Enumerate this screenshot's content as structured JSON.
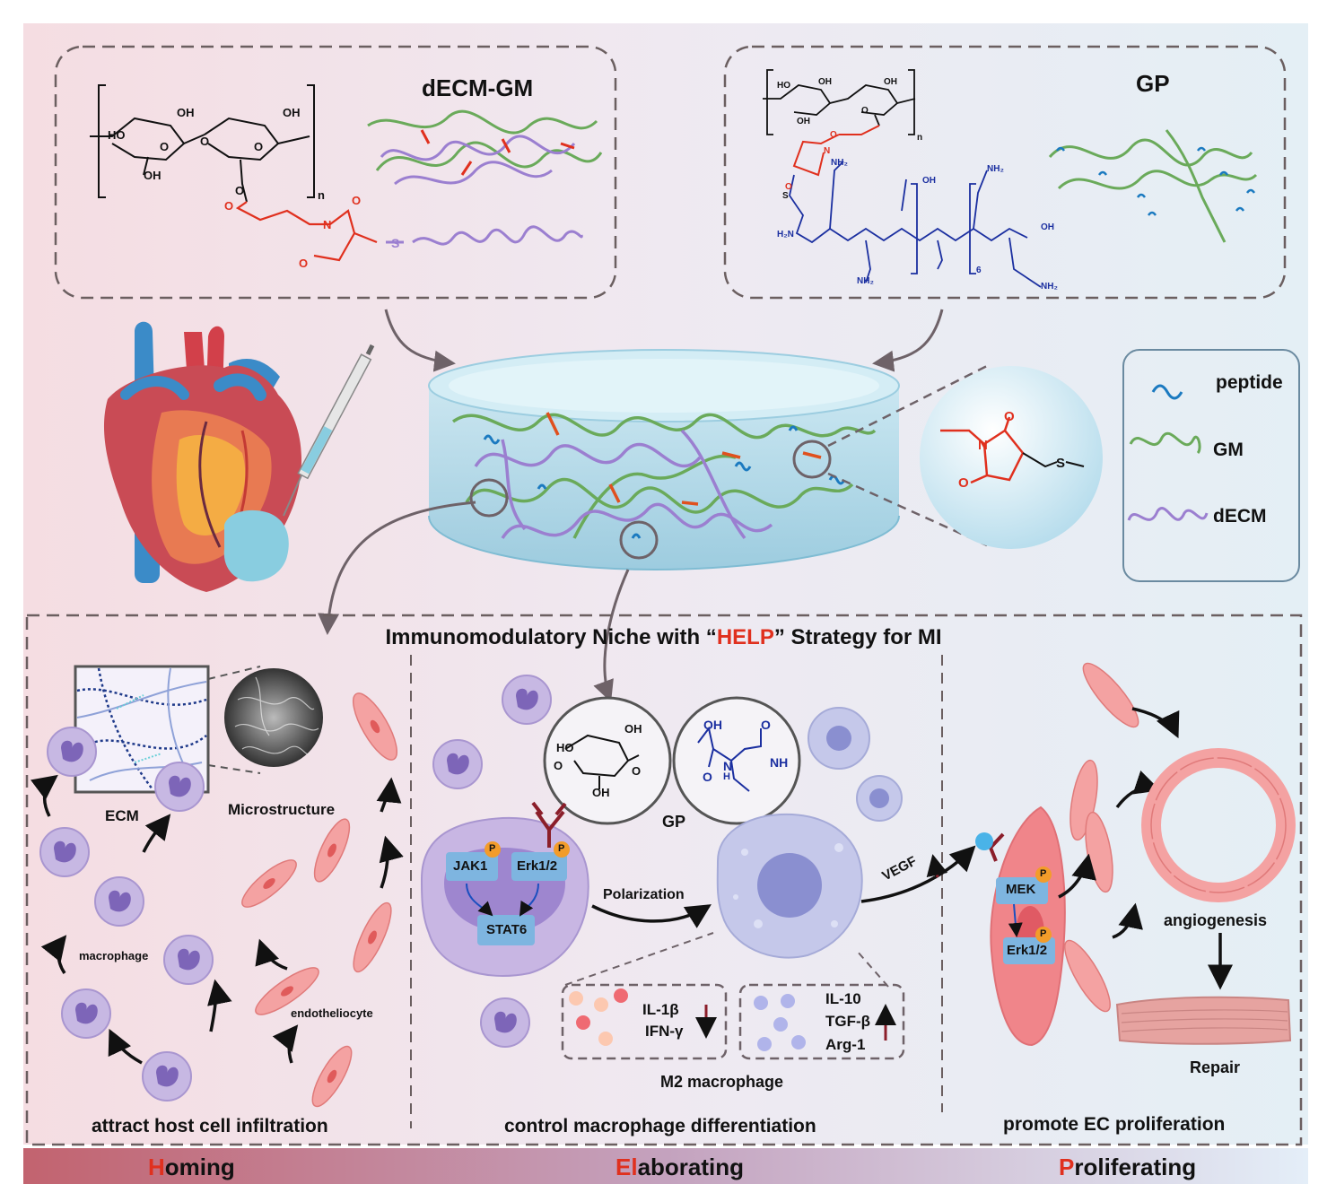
{
  "colors": {
    "accent_red": "#e0301e",
    "peptide_blue": "#1b2fa0",
    "gm_green": "#6aaa5a",
    "decm_purple": "#9b7fd0",
    "macrophage": "#b8a8dc",
    "endothelial": "#f08a8a",
    "dash_border": "#6b5f60",
    "homing_bar": "#c9737e",
    "proliferating_bar": "#b9cde8"
  },
  "top": {
    "decm_gm_title": "dECM-GM",
    "gp_title": "GP",
    "decm_gm_chem": {
      "oh1": "OH",
      "oh2": "OH",
      "ho": "HO",
      "oh3": "OH",
      "o1": "O",
      "o2": "O",
      "o3": "O",
      "o4": "O",
      "n": "N",
      "o5": "O",
      "o6": "O",
      "s": "S",
      "n_sub": "n"
    },
    "gp_chem": {
      "ho": "HO",
      "oh1": "OH",
      "oh2": "OH",
      "oh3": "OH",
      "o1": "O",
      "o2": "O",
      "o3": "O",
      "n": "N",
      "o4": "O",
      "s": "S",
      "n_sub": "n",
      "h2n": "H₂N",
      "nh2_a": "NH₂",
      "nh2_b": "NH₂",
      "nh2_c": "NH₂",
      "nh2_d": "NH₂",
      "oh4": "OH",
      "oh5": "OH",
      "six": "6"
    }
  },
  "legend": {
    "peptide": "peptide",
    "gm": "GM",
    "decm": "dECM"
  },
  "zoom_chem": {
    "n": "N",
    "o1": "O",
    "o2": "O",
    "s": "S"
  },
  "niche_title": {
    "prefix": "Immunomodulatory Niche with “",
    "help": "HELP",
    "suffix": "” Strategy for MI"
  },
  "homing": {
    "ecm": "ECM",
    "microstructure": "Microstructure",
    "macrophage": "macrophage",
    "endotheliocyte": "endotheliocyte",
    "caption": "attract host cell infiltration"
  },
  "elaborating": {
    "gp": "GP",
    "jak1": "JAK1",
    "erk": "Erk1/2",
    "stat6": "STAT6",
    "p": "P",
    "polarization": "Polarization",
    "vegf": "VEGF",
    "down_1": "IL-1β",
    "down_2": "IFN-γ",
    "up_1": "IL-10",
    "up_2": "TGF-β",
    "up_3": "Arg-1",
    "m2": "M2 macrophage",
    "caption": "control macrophage differentiation",
    "gp_chem": {
      "oh1": "OH",
      "ho": "HO",
      "o1": "O",
      "o2": "O",
      "oh2": "OH",
      "oh3": "OH",
      "o3": "O",
      "o4": "O",
      "n": "N",
      "h": "H",
      "nh": "NH"
    }
  },
  "proliferating": {
    "mek": "MEK",
    "erk": "Erk1/2",
    "p": "P",
    "angiogenesis": "angiogenesis",
    "repair": "Repair",
    "caption": "promote  EC proliferation"
  },
  "bar": {
    "homing_first": "H",
    "homing_rest": "oming",
    "elab_first": "El",
    "elab_rest": "aborating",
    "prolif_first": "P",
    "prolif_rest": "roliferating"
  }
}
